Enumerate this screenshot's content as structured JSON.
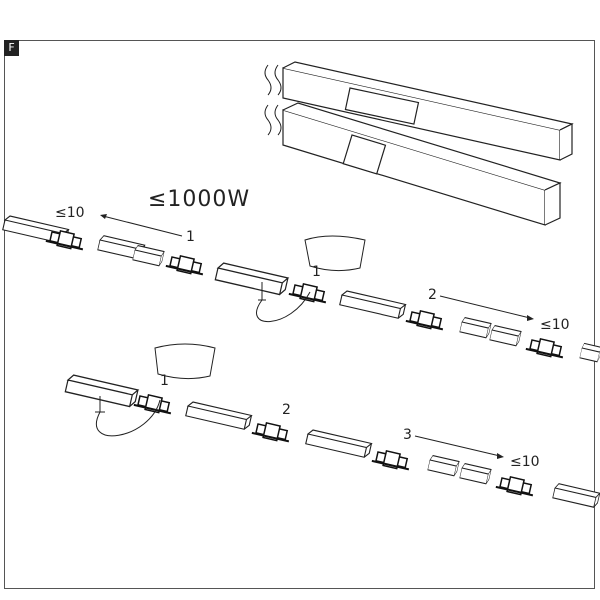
{
  "section_badge": "F",
  "max_power": "≤1000W",
  "labels": {
    "row1_max": "≤10",
    "row1_step1": "1",
    "row1_feed1": "1",
    "row1_step2": "2",
    "row1_max_right": "≤10",
    "row2_feed1": "1",
    "row2_step2": "2",
    "row2_step3": "3",
    "row2_max_right": "≤10"
  }
}
